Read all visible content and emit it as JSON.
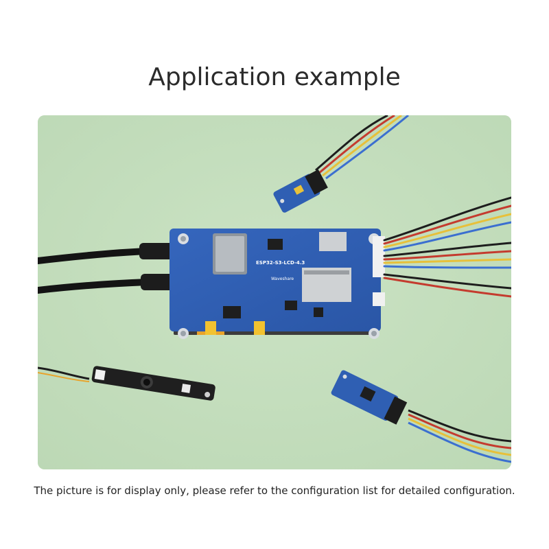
{
  "title": "Application example",
  "caption": "The picture is for display only, please refer to the configuration list for detailed configuration.",
  "board": {
    "model_label": "ESP32-S3-LCD-4.3",
    "brand_label": "Waveshare"
  },
  "colors": {
    "background": "#c5dfbf",
    "board_blue": "#2f5fb3",
    "cable_black": "#1a1a1a"
  }
}
